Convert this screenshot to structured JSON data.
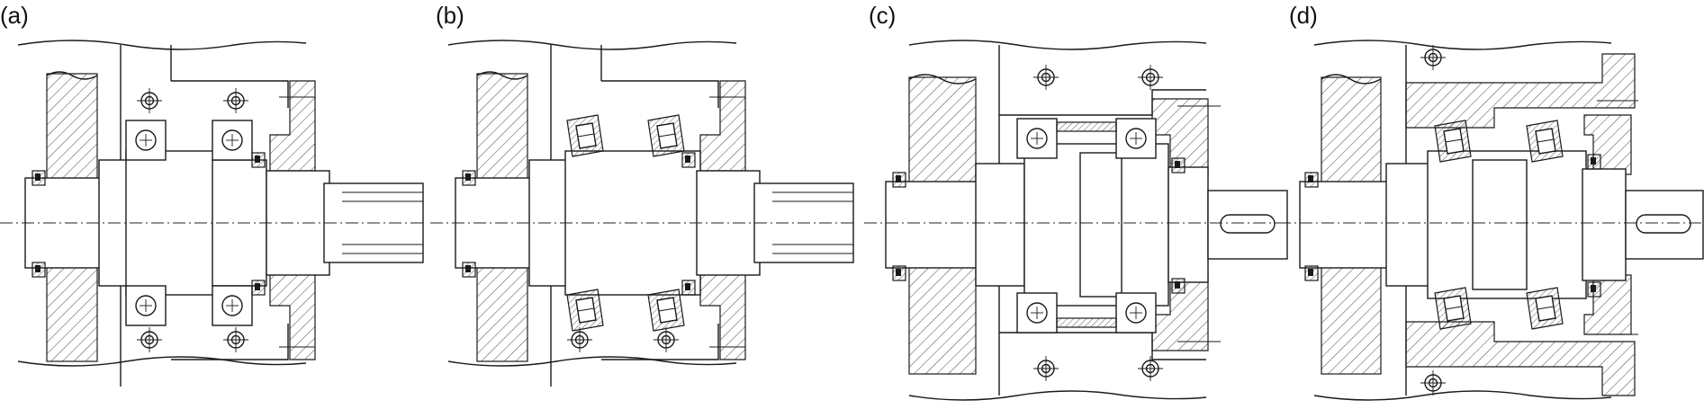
{
  "figure": {
    "panels": [
      {
        "id": "a",
        "label": "(a)",
        "bearing": "ball",
        "shaft_end": "spline"
      },
      {
        "id": "b",
        "label": "(b)",
        "bearing": "tapered-roller",
        "shaft_end": "spline"
      },
      {
        "id": "c",
        "label": "(c)",
        "bearing": "ball",
        "shaft_end": "keyed"
      },
      {
        "id": "d",
        "label": "(d)",
        "bearing": "tapered-roller",
        "shaft_end": "keyed"
      }
    ],
    "colors": {
      "line": "#1a1a1a",
      "background": "#ffffff"
    }
  }
}
